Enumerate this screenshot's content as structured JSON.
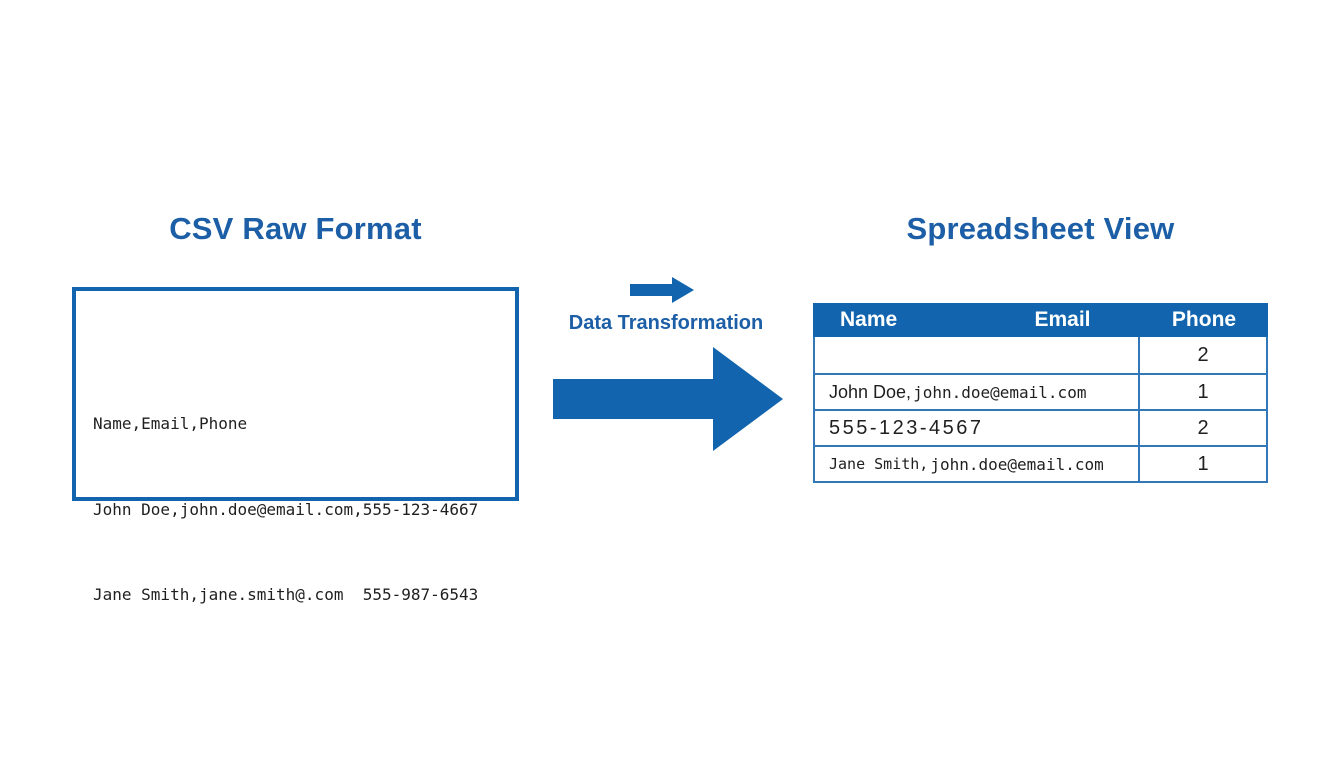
{
  "left_panel": {
    "title": "CSV Raw Format",
    "csv_lines": {
      "line1": "Name,Email,Phone",
      "line2": "John Doe,john.doe@email.com,555-123-4667",
      "line3": "Jane Smith,jane.smith@.com  555-987-6543"
    }
  },
  "transform": {
    "label": "Data Transformation",
    "small_arrow_icon": "right-arrow",
    "large_arrow_icon": "right-arrow"
  },
  "right_panel": {
    "title": "Spreadsheet View",
    "table": {
      "headers": {
        "name": "Name",
        "email": "Email",
        "phone": "Phone"
      },
      "rows": [
        {
          "name": "",
          "phone": "2"
        },
        {
          "name_prefix": "John Doe,",
          "name_email": "john.doe@email.com",
          "phone": "1"
        },
        {
          "name_text": "555-123-4567",
          "phone": "2"
        },
        {
          "name_prefix": "Jane Smith,",
          "name_email": "john.doe@email.com",
          "phone": "1"
        }
      ]
    }
  },
  "colors": {
    "blue": "#1164ad",
    "blue-title": "#1c5fa6",
    "blue-grid": "#3277b8",
    "ink": "#1f1f1f",
    "header-text": "#ffffff",
    "bg": "#ffffff"
  }
}
